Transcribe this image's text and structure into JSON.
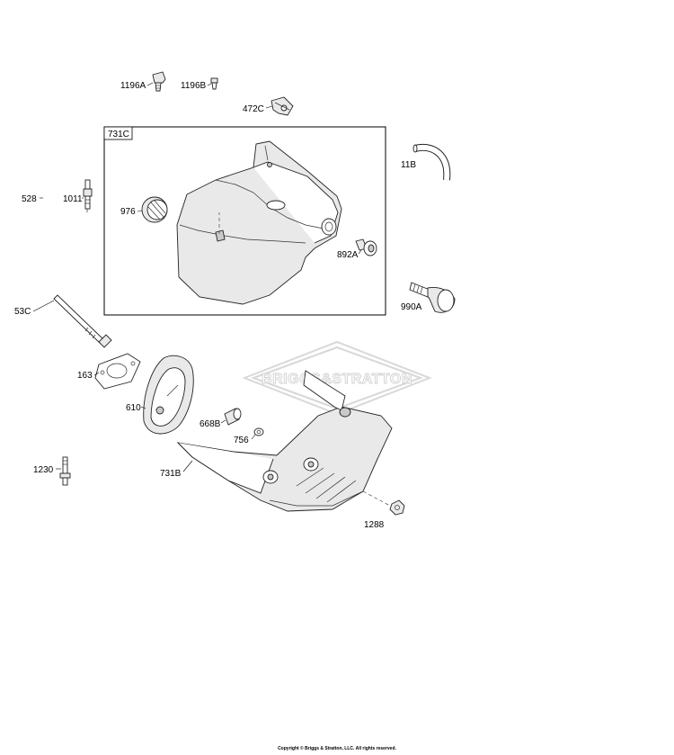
{
  "diagram": {
    "labels": {
      "p1196A": "1196A",
      "p1196B": "1196B",
      "p472C": "472C",
      "p731C": "731C",
      "p11B": "11B",
      "p528": "528",
      "p1011": "1011",
      "p976": "976",
      "p892A": "892A",
      "p53C": "53C",
      "p990A": "990A",
      "p163": "163",
      "p610": "610",
      "p668B": "668B",
      "p756": "756",
      "p1230": "1230",
      "p731B": "731B",
      "p1288": "1288"
    },
    "watermark": "BRIGGS&STRATTON",
    "copyright": "Copyright © Briggs & Stratton, LLC. All rights reserved."
  }
}
